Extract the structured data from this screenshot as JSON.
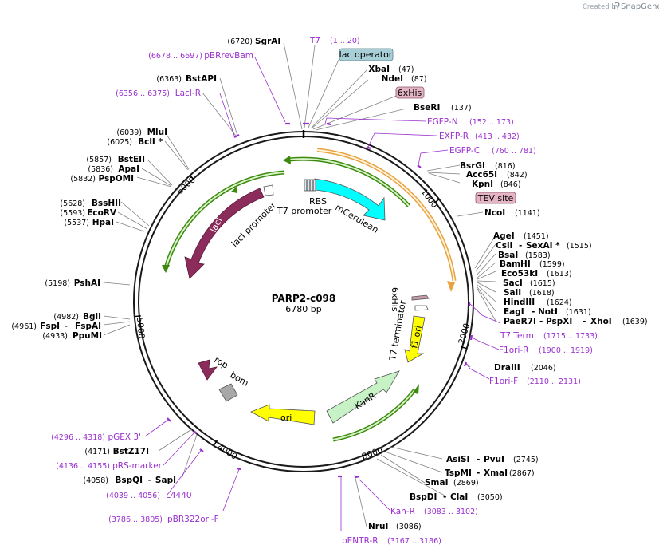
{
  "credit": {
    "prefix": "Created by",
    "brand": "SnapGene"
  },
  "plasmid": {
    "name": "PARP2-c098",
    "size": "6780 bp"
  },
  "ticks": [
    "1000",
    "2000",
    "3000",
    "4000",
    "5000",
    "6000"
  ],
  "features": {
    "mcerulean": "mCerulean",
    "laci": "lacI",
    "laci_promoter": "lacI promoter",
    "rbs": "RBS",
    "t7_promoter": "T7 promoter",
    "kanr": "KanR",
    "ori": "ori",
    "f1_ori": "f1 ori",
    "t7_terminator": "T7 terminator",
    "sixhis": "6xHis",
    "rop": "rop",
    "bom": "bom"
  },
  "sites": [
    {
      "name": "SgrAI",
      "pos": "(6720)"
    },
    {
      "name": "XbaI",
      "pos": "(47)"
    },
    {
      "name": "NdeI",
      "pos": "(87)"
    },
    {
      "name": "BseRI",
      "pos": "(137)"
    },
    {
      "name": "BstAPI",
      "pos": "(6363)"
    },
    {
      "name": "MluI",
      "pos": "(6039)"
    },
    {
      "name": "BclI *",
      "pos": "(6025)"
    },
    {
      "name": "BstEII",
      "pos": "(5857)"
    },
    {
      "name": "ApaI",
      "pos": "(5836)"
    },
    {
      "name": "PspOMI",
      "pos": "(5832)"
    },
    {
      "name": "BsrGI",
      "pos": "(816)"
    },
    {
      "name": "Acc65I",
      "pos": "(842)"
    },
    {
      "name": "KpnI",
      "pos": "(846)"
    },
    {
      "name": "NcoI",
      "pos": "(1141)"
    },
    {
      "name": "BssHII",
      "pos": "(5628)"
    },
    {
      "name": "EcoRV",
      "pos": "(5593)"
    },
    {
      "name": "HpaI",
      "pos": "(5537)"
    },
    {
      "name": "AgeI",
      "pos": "(1451)"
    },
    {
      "name": "CsiI",
      "name2": "SexAI *",
      "pos": "(1515)"
    },
    {
      "name": "BsaI",
      "pos": "(1583)"
    },
    {
      "name": "BamHI",
      "pos": "(1599)"
    },
    {
      "name": "Eco53kI",
      "pos": "(1613)"
    },
    {
      "name": "SacI",
      "pos": "(1615)"
    },
    {
      "name": "SalI",
      "pos": "(1618)"
    },
    {
      "name": "HindIII",
      "pos": "(1624)"
    },
    {
      "name": "EagI",
      "name2": "NotI",
      "pos": "(1631)"
    },
    {
      "name": "PaeR7I",
      "name2": "PspXI",
      "name3": "XhoI",
      "pos": "(1639)"
    },
    {
      "name": "PshAI",
      "pos": "(5198)"
    },
    {
      "name": "BglI",
      "pos": "(4982)"
    },
    {
      "name": "FspI",
      "name2": "FspAI",
      "pos": "(4961)"
    },
    {
      "name": "PpuMI",
      "pos": "(4933)"
    },
    {
      "name": "DraIII",
      "pos": "(2046)"
    },
    {
      "name": "BstZ17I",
      "pos": "(4171)"
    },
    {
      "name": "BspQI",
      "name2": "SapI",
      "pos": "(4058)"
    },
    {
      "name": "AsiSI",
      "name2": "PvuI",
      "pos": "(2745)"
    },
    {
      "name": "TspMI",
      "name2": "XmaI",
      "pos": "(2867)"
    },
    {
      "name": "SmaI",
      "pos": "(2869)"
    },
    {
      "name": "BspDI",
      "name2": "ClaI",
      "pos": "(3050)"
    },
    {
      "name": "NruI",
      "pos": "(3086)"
    }
  ],
  "primers": [
    {
      "name": "T7",
      "range": "(1 .. 20)"
    },
    {
      "name": "pBRrevBam",
      "range": "(6678 .. 6697)"
    },
    {
      "name": "LacI-R",
      "range": "(6356 .. 6375)"
    },
    {
      "name": "EGFP-N",
      "range": "(152 .. 173)"
    },
    {
      "name": "EXFP-R",
      "range": "(413 .. 432)"
    },
    {
      "name": "EGFP-C",
      "range": "(760 .. 781)"
    },
    {
      "name": "T7 Term",
      "range": "(1715 .. 1733)"
    },
    {
      "name": "F1ori-R",
      "range": "(1900 .. 1919)"
    },
    {
      "name": "F1ori-F",
      "range": "(2110 .. 2131)"
    },
    {
      "name": "pGEX 3'",
      "range": "(4296 .. 4318)"
    },
    {
      "name": "pRS-marker",
      "range": "(4136 .. 4155)"
    },
    {
      "name": "L4440",
      "range": "(4039 .. 4056)"
    },
    {
      "name": "pBR322ori-F",
      "range": "(3786 .. 3805)"
    },
    {
      "name": "Kan-R",
      "range": "(3083 .. 3102)"
    },
    {
      "name": "pENTR-R",
      "range": "(3167 .. 3186)"
    }
  ],
  "boxes": {
    "lac_operator": "lac operator",
    "sixhis": "6xHis",
    "tev": "TEV site"
  },
  "colors": {
    "backbone": "#1a1a1a",
    "mcerulean": "#00ffff",
    "laci": "#8b2c5b",
    "kanr": "#c6f2c6",
    "ori": "#ffff00",
    "f1ori": "#ffff00",
    "orf_green": "#3b8a0e",
    "orf_orange": "#e9a240",
    "primer": "#9a2fd0"
  }
}
